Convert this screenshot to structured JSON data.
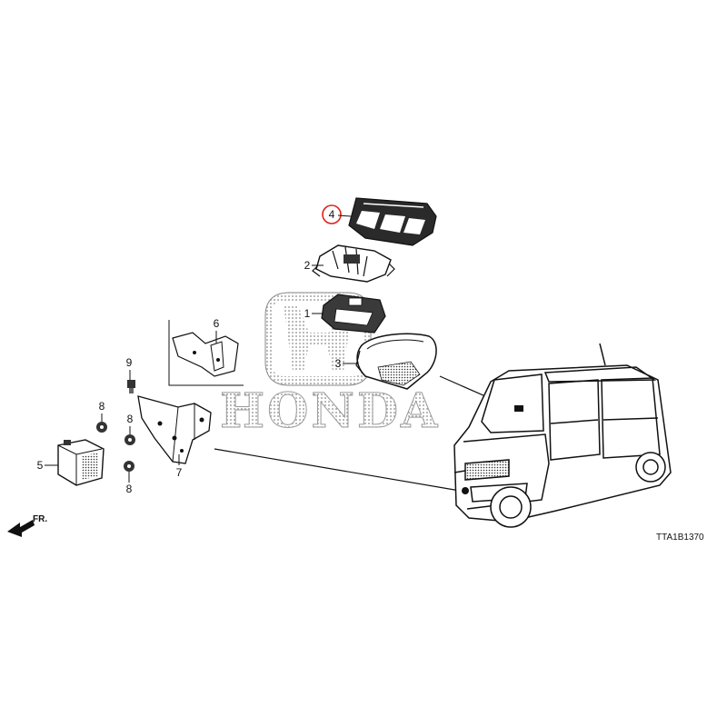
{
  "watermark": {
    "brand_text": "HONDA"
  },
  "callouts": [
    {
      "id": "4",
      "label": "4",
      "highlighted": true
    },
    {
      "id": "2",
      "label": "2"
    },
    {
      "id": "1",
      "label": "1"
    },
    {
      "id": "3",
      "label": "3"
    },
    {
      "id": "6",
      "label": "6"
    },
    {
      "id": "9",
      "label": "9"
    },
    {
      "id": "8a",
      "label": "8"
    },
    {
      "id": "8b",
      "label": "8"
    },
    {
      "id": "8c",
      "label": "8"
    },
    {
      "id": "5",
      "label": "5"
    },
    {
      "id": "7",
      "label": "7"
    }
  ],
  "front_indicator": {
    "label": "FR."
  },
  "diagram_code": "TTA1B1370",
  "colors": {
    "highlight": "#e0201b",
    "line": "#111111",
    "watermark": "#9a9a9a"
  }
}
